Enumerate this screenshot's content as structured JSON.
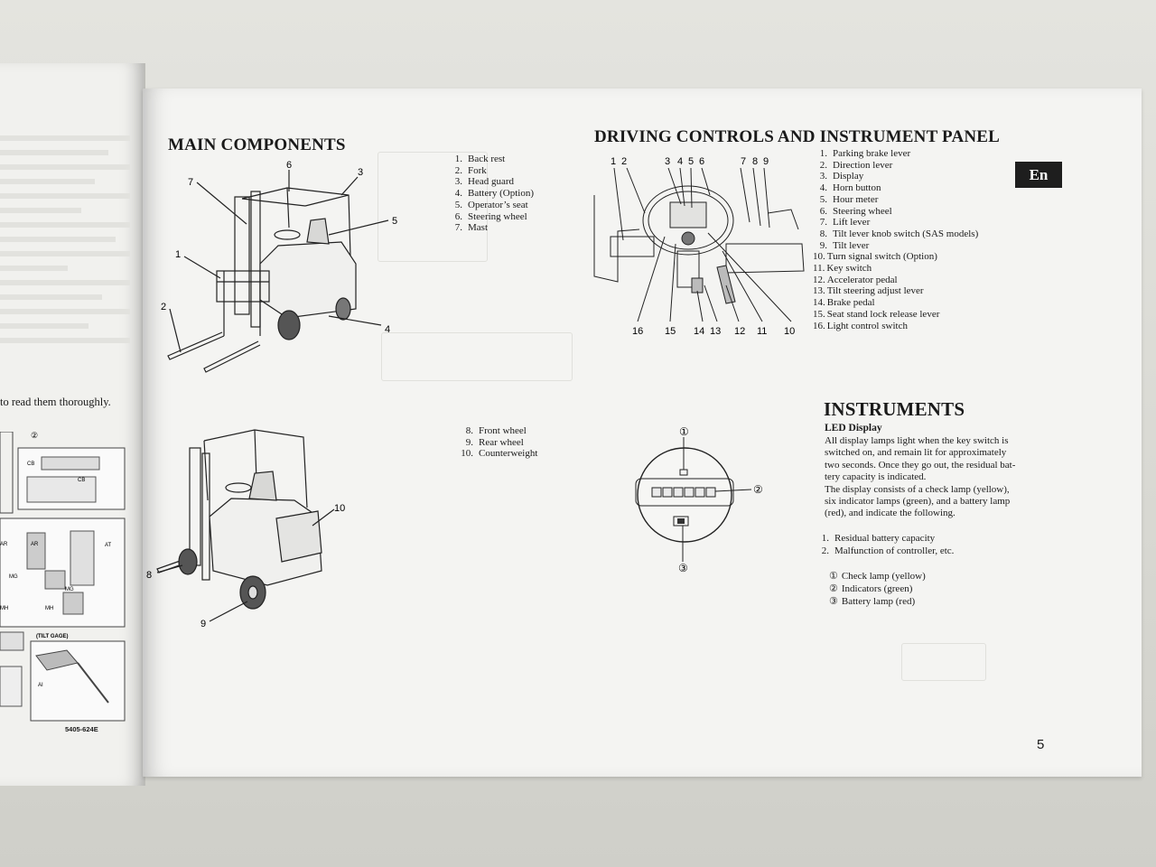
{
  "left_page": {
    "visible_text": "to read them thoroughly.",
    "figure_labels": [
      "CB",
      "CB",
      "AR",
      "AR",
      "AT",
      "MG",
      "MG",
      "MH",
      "MH",
      "(TILT GAGE)",
      "AI"
    ],
    "figure_circled": "②",
    "code": "5405-624E"
  },
  "main_components": {
    "title": "MAIN COMPONENTS",
    "list_a": [
      {
        "n": "1.",
        "t": "Back rest"
      },
      {
        "n": "2.",
        "t": "Fork"
      },
      {
        "n": "3.",
        "t": "Head guard"
      },
      {
        "n": "4.",
        "t": "Battery (Option)"
      },
      {
        "n": "5.",
        "t": "Operator’s seat"
      },
      {
        "n": "6.",
        "t": "Steering wheel"
      },
      {
        "n": "7.",
        "t": "Mast"
      }
    ],
    "list_b": [
      {
        "n": "8.",
        "t": "Front wheel"
      },
      {
        "n": "9.",
        "t": "Rear wheel"
      },
      {
        "n": "10.",
        "t": "Counterweight"
      }
    ],
    "fig1_callouts": [
      "1",
      "2",
      "3",
      "4",
      "5",
      "6",
      "7"
    ],
    "fig2_callouts": [
      "8",
      "9",
      "10"
    ]
  },
  "driving_controls": {
    "title": "DRIVING CONTROLS AND INSTRUMENT PANEL",
    "top_callouts": [
      "1",
      "2",
      "3",
      "4",
      "5",
      "6",
      "7",
      "8",
      "9"
    ],
    "bottom_callouts": [
      "16",
      "15",
      "14",
      "13",
      "12",
      "11",
      "10"
    ],
    "list": [
      {
        "n": "1.",
        "t": "Parking brake lever"
      },
      {
        "n": "2.",
        "t": "Direction lever"
      },
      {
        "n": "3.",
        "t": "Display"
      },
      {
        "n": "4.",
        "t": "Horn button"
      },
      {
        "n": "5.",
        "t": "Hour meter"
      },
      {
        "n": "6.",
        "t": "Steering wheel"
      },
      {
        "n": "7.",
        "t": "Lift lever"
      },
      {
        "n": "8.",
        "t": "Tilt lever knob switch (SAS models)"
      },
      {
        "n": "9.",
        "t": "Tilt lever"
      },
      {
        "n": "10.",
        "t": "Turn signal switch (Option)"
      },
      {
        "n": "11.",
        "t": "Key switch"
      },
      {
        "n": "12.",
        "t": "Accelerator pedal"
      },
      {
        "n": "13.",
        "t": "Tilt steering adjust lever"
      },
      {
        "n": "14.",
        "t": "Brake pedal"
      },
      {
        "n": "15.",
        "t": "Seat stand lock release lever"
      },
      {
        "n": "16.",
        "t": "Light control switch"
      }
    ]
  },
  "language_tab": "En",
  "instruments": {
    "title": "INSTRUMENTS",
    "subtitle": "LED Display",
    "para1": "All display lamps light when the key switch is\nswitched on, and remain lit for approximately\ntwo seconds. Once they go out, the residual bat-\ntery capacity is indicated.\nThe display consists of a check lamp (yellow),\nsix indicator lamps (green), and a battery lamp\n(red), and indicate the following.",
    "items": [
      {
        "n": "1.",
        "t": "Residual battery capacity"
      },
      {
        "n": "2.",
        "t": "Malfunction of controller, etc."
      }
    ],
    "lamps": [
      {
        "n": "①",
        "t": "Check lamp (yellow)"
      },
      {
        "n": "②",
        "t": "Indicators (green)"
      },
      {
        "n": "③",
        "t": "Battery lamp (red)"
      }
    ],
    "display_callouts": [
      "①",
      "②",
      "③"
    ]
  },
  "page_number": "5"
}
